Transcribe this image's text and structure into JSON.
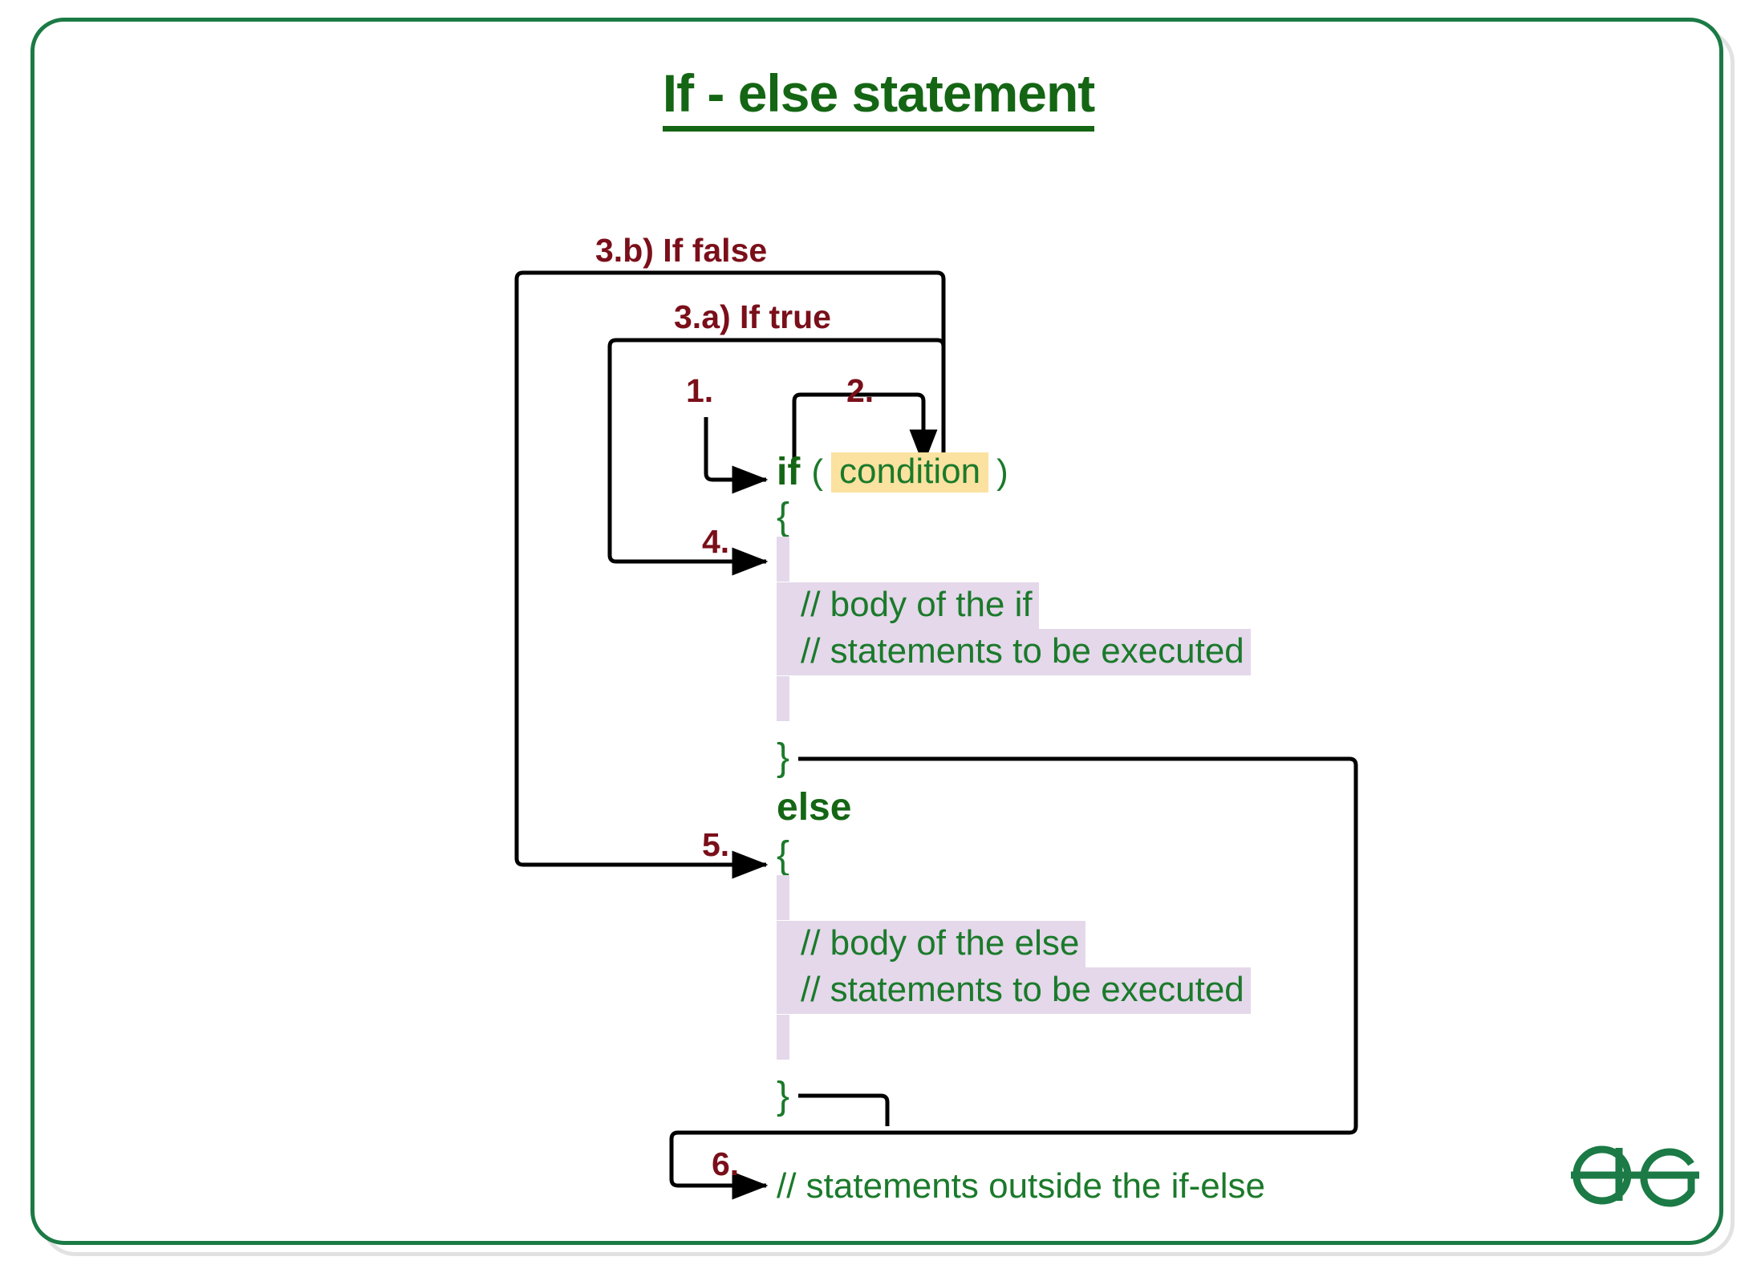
{
  "slide": {
    "title": "If - else statement",
    "border_color": "#1b7a45",
    "title_color": "#146614"
  },
  "colors": {
    "code_green": "#1b7a2b",
    "keyword_green": "#146614",
    "step_maroon": "#7a0f1a",
    "condition_highlight": "#fbe2a0",
    "body_highlight": "#e4d8ea",
    "connector_black": "#000000"
  },
  "steps": [
    {
      "id": "3b",
      "label": "3.b) If false"
    },
    {
      "id": "3a",
      "label": "3.a) If true"
    },
    {
      "id": "1",
      "label": "1."
    },
    {
      "id": "2",
      "label": "2."
    },
    {
      "id": "4",
      "label": "4."
    },
    {
      "id": "5",
      "label": "5."
    },
    {
      "id": "6",
      "label": "6."
    }
  ],
  "code": {
    "if_keyword": "if",
    "paren_open": "(",
    "condition": "condition",
    "paren_close": ")",
    "brace_open_if": "{",
    "if_body_line1": "// body of the if",
    "if_body_line2": "// statements to be executed",
    "brace_close_if": "}",
    "else_keyword": "else",
    "brace_open_else": "{",
    "else_body_line1": "// body of the else",
    "else_body_line2": "// statements to be executed",
    "brace_close_else": "}",
    "after_statement": "// statements outside the if-else"
  },
  "logo": {
    "name": "geeksforgeeks-logo",
    "color": "#1b7a45"
  }
}
